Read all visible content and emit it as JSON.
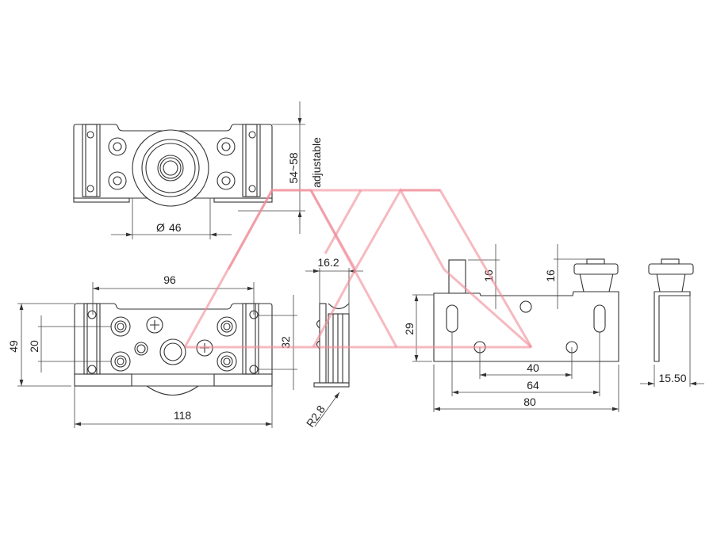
{
  "watermark": {
    "text": "AX",
    "color": "#f08a96"
  },
  "top_view": {
    "dim_height": "54~58",
    "note": "adjustable",
    "dim_wheel": "46",
    "diameter_symbol": "Ø"
  },
  "front_view": {
    "dim_hole_spacing": "96",
    "dim_height": "49",
    "dim_inner": "20",
    "dim_slot": "32",
    "dim_width": "118"
  },
  "side_view": {
    "dim_width": "16.2",
    "dim_radius": "R2.8"
  },
  "bracket_view": {
    "dim_post": "16",
    "dim_roller": "16",
    "dim_height": "29",
    "dim_holes": "40",
    "dim_slots": "64",
    "dim_width": "80"
  },
  "end_view": {
    "dim_depth": "15.50"
  }
}
